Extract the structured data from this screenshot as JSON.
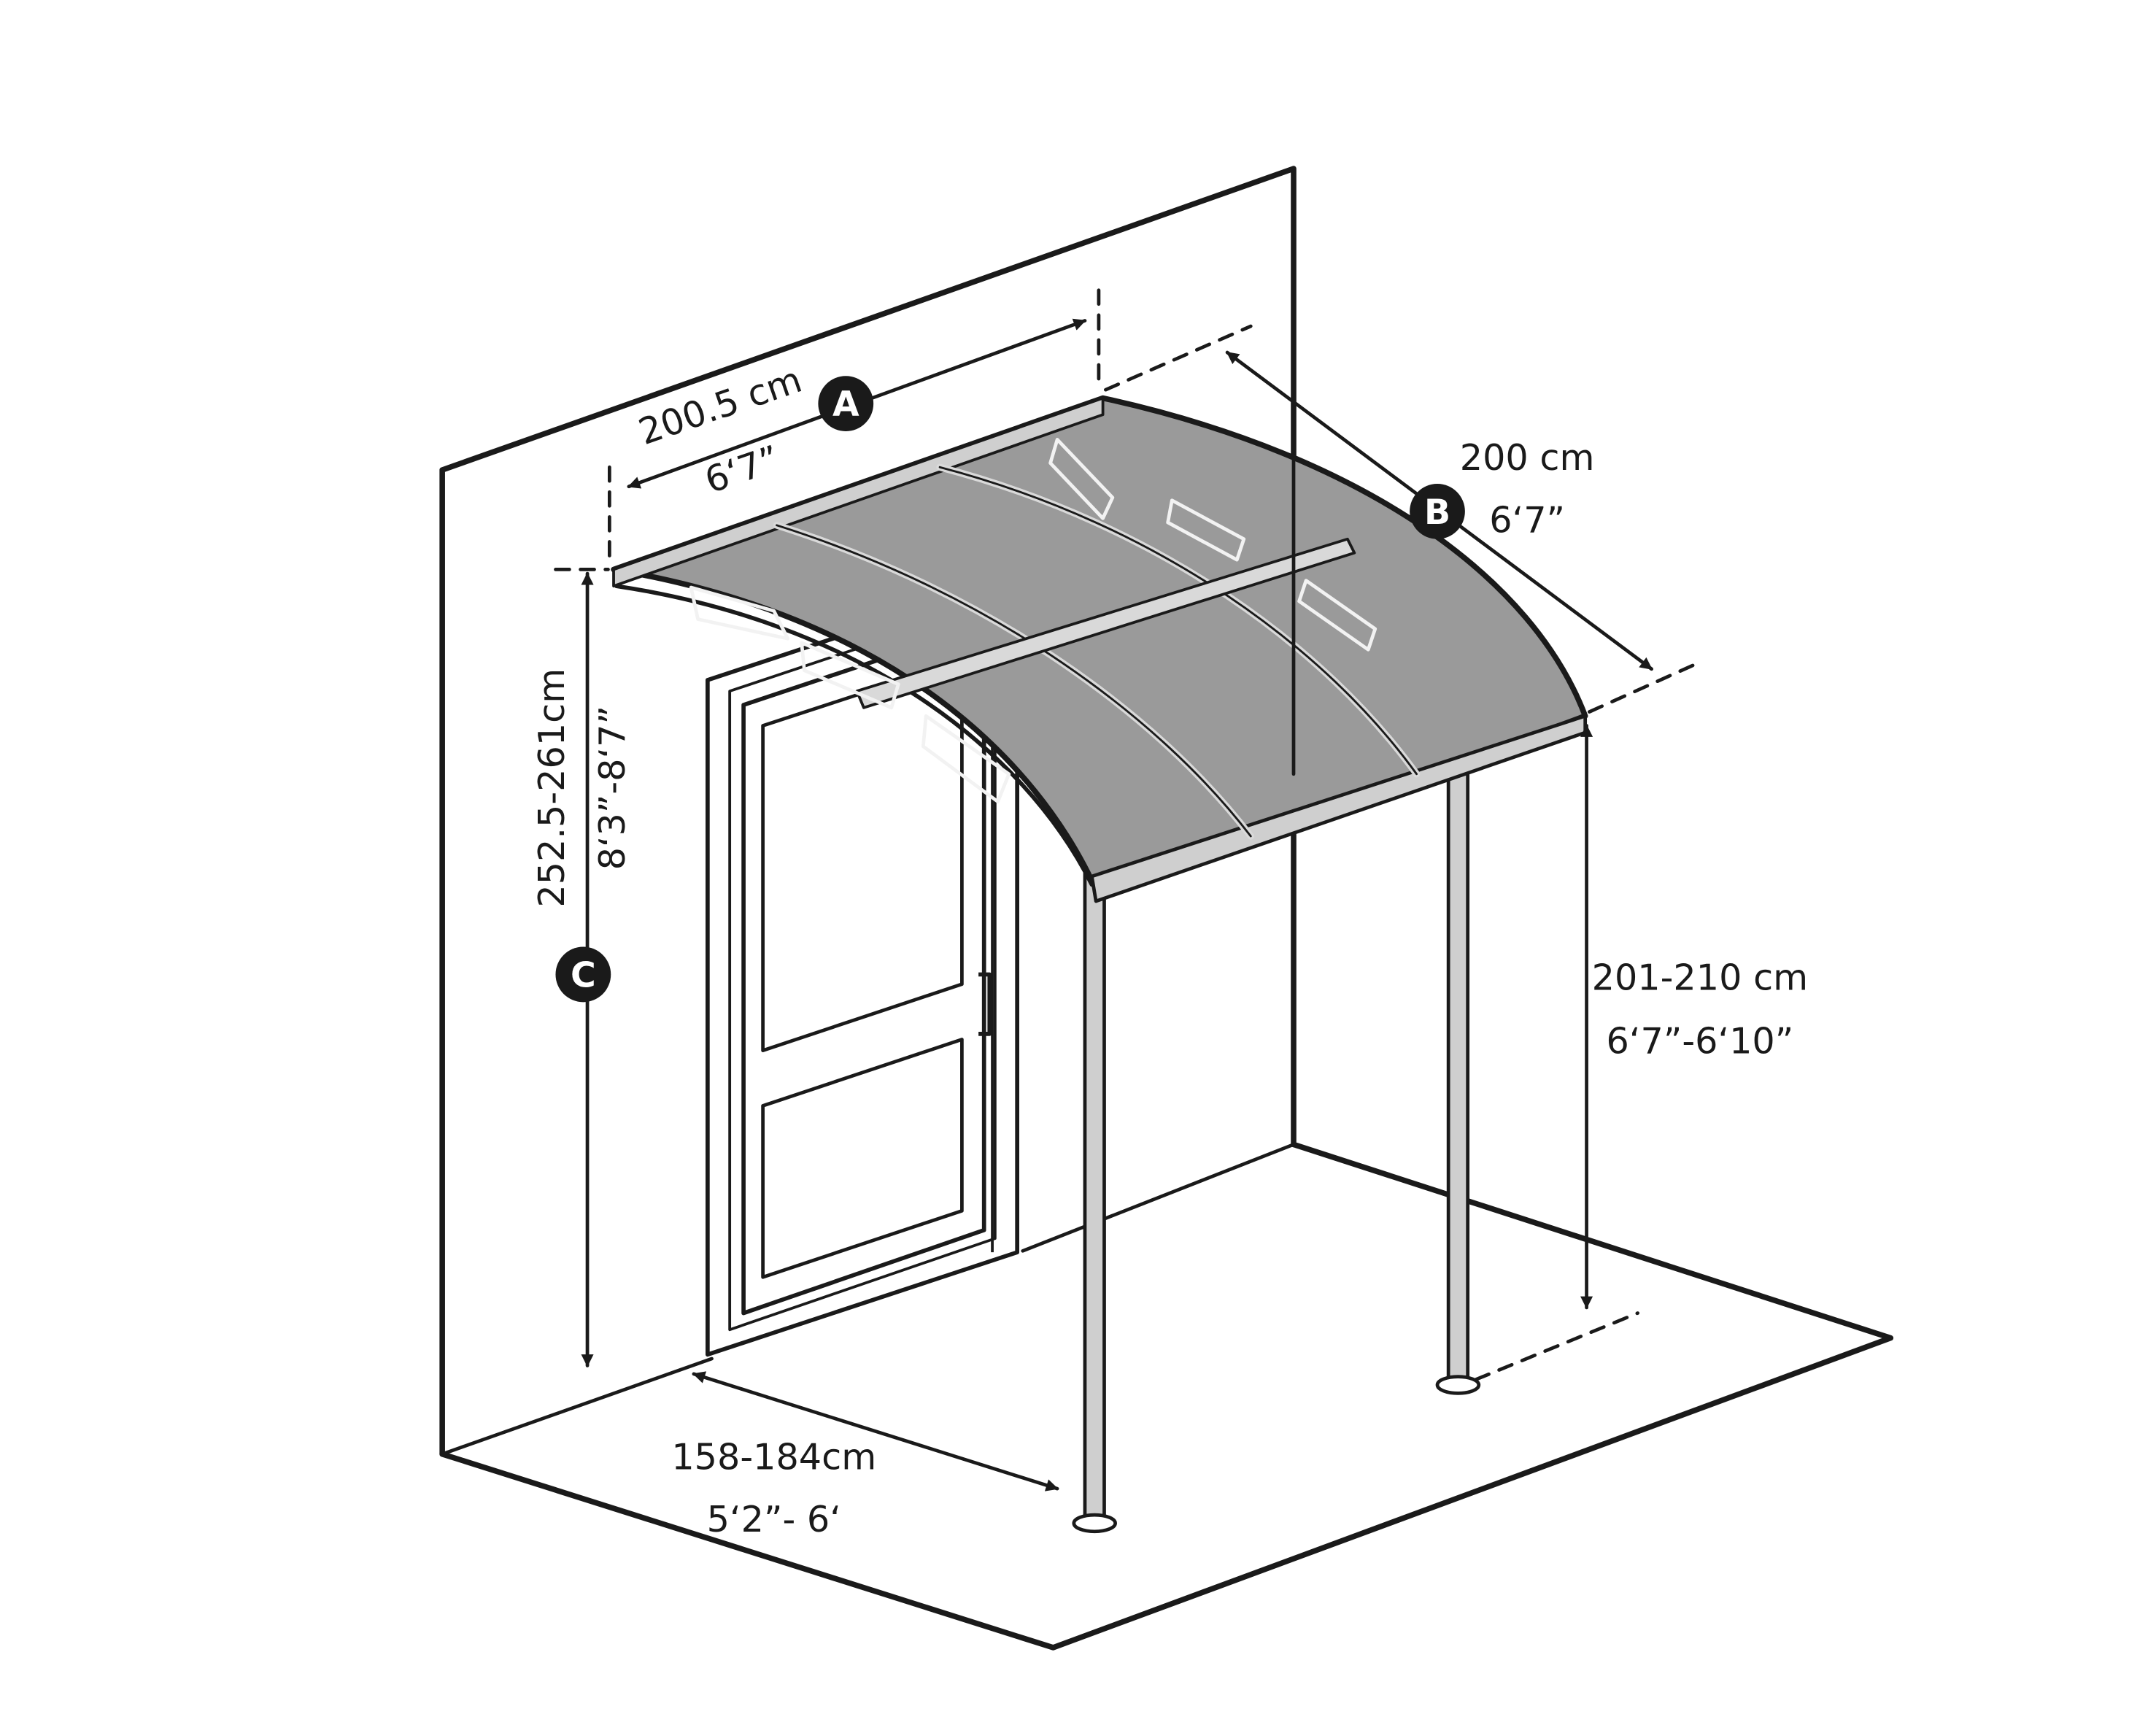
{
  "dimensions": {
    "a": {
      "badge": "A",
      "metric": "200.5 cm",
      "imperial": "6‘7”"
    },
    "b": {
      "badge": "B",
      "metric": "200 cm",
      "imperial": "6‘7”"
    },
    "c": {
      "badge": "C",
      "metric": "252.5-261cm",
      "imperial": "8‘3”-8‘7”"
    },
    "post_height": {
      "metric": "201-210 cm",
      "imperial": "6‘7”-6‘10”"
    },
    "post_spacing": {
      "metric": "158-184cm",
      "imperial": "5‘2”- 6‘"
    }
  },
  "colors": {
    "line": "#1a1a1a",
    "roof_fill": "#9a9a9a",
    "badge_fill": "#1a1a1a",
    "background": "#ffffff"
  }
}
